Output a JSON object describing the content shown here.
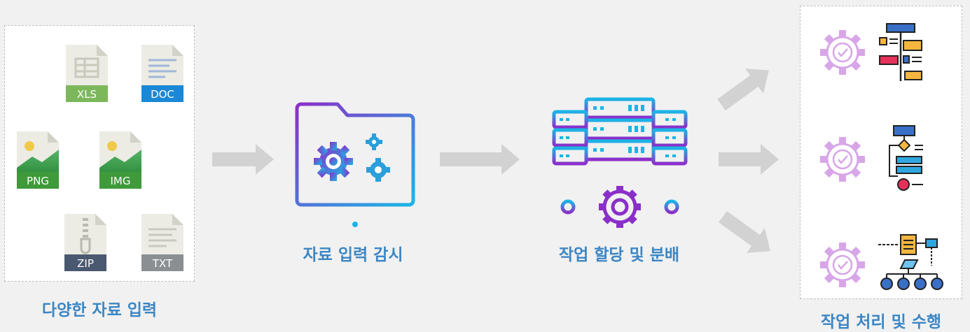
{
  "stages": {
    "input": {
      "label": "다양한 자료 입력",
      "files": [
        {
          "type": "XLS",
          "color": "#7cb85b"
        },
        {
          "type": "DOC",
          "color": "#1a88d6"
        },
        {
          "type": "PNG",
          "color": "#3f9a3a"
        },
        {
          "type": "IMG",
          "color": "#3f9a3a"
        },
        {
          "type": "ZIP",
          "color": "#4a5870"
        },
        {
          "type": "TXT",
          "color": "#8a8f93"
        }
      ]
    },
    "monitor": {
      "label": "자료 입력 감시"
    },
    "allocate": {
      "label": "작업 할당 및 분배"
    },
    "process": {
      "label": "작업 처리 및 수행"
    }
  },
  "colors": {
    "label": "#3c86c4",
    "arrow": "#d2d2d2",
    "gradient_start": "#8b2fc9",
    "gradient_end": "#1ab5e6",
    "gear_light": "#d8a6e8"
  }
}
